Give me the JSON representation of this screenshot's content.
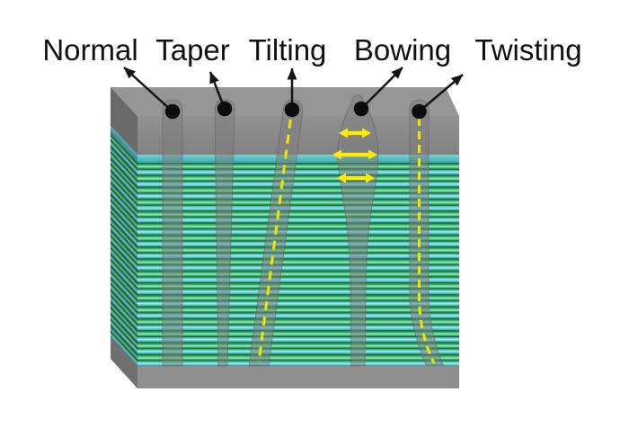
{
  "figure": {
    "type": "3d-stack-channel-defect-diagram",
    "labels": [
      {
        "name": "normal",
        "text": "Normal"
      },
      {
        "name": "taper",
        "text": "Taper"
      },
      {
        "name": "tilting",
        "text": "Tilting"
      },
      {
        "name": "bowing",
        "text": "Bowing"
      },
      {
        "name": "twisting",
        "text": "Twisting"
      }
    ],
    "icons": {
      "channel_marker": "black-dot-icon",
      "label_pointer": "arrowhead-icon",
      "width_indicator": "double-headed-arrow-icon",
      "centerline": "yellow-dashed-line-icon"
    },
    "colors": {
      "annotation_yellow": "#ffec00",
      "dash_yellow": "#f2e400",
      "layer_green_dark": "#035f25",
      "layer_green_light": "#aaeecb",
      "layer_cyan_dark": "#2b9ba1",
      "layer_cyan_light": "#a3f2f3",
      "top_teal": "#55bec3",
      "body_gray": "#8f8f8f",
      "cap_gray": "#8a8a8a",
      "top_face_gray": "#969696",
      "marker_black": "#151515",
      "label_text": "#111111"
    }
  }
}
